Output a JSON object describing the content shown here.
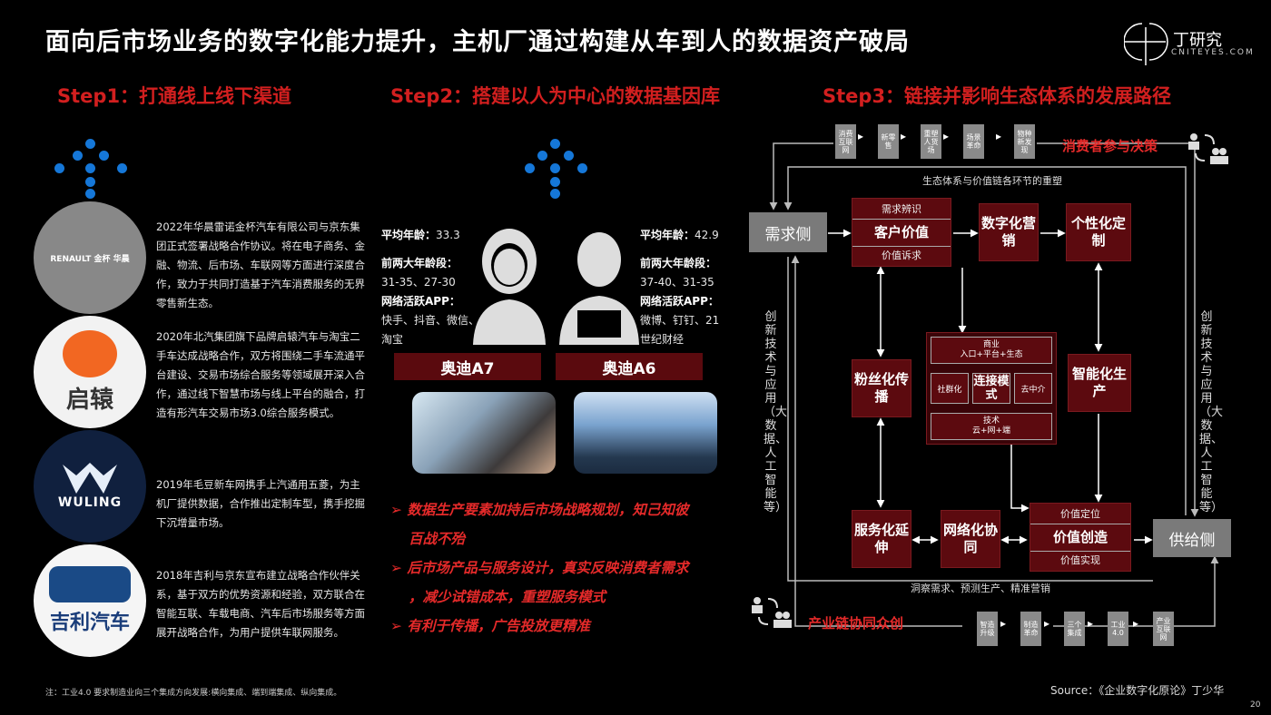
{
  "title": "面向后市场业务的数字化能力提升，主机厂通过构建从车到人的数据资产破局",
  "logo": {
    "text": "丁研究",
    "sub": "CNITEYES.COM"
  },
  "steps": [
    "Step1：打通线上线下渠道",
    "Step2：搭建以人为中心的数据基因库",
    "Step3：链接并影响生态体系的发展路径"
  ],
  "partners": [
    {
      "logo_text": "RENAULT  金杯  华晨",
      "text": "2022年华晨雷诺金杯汽车有限公司与京东集团正式签署战略合作协议。将在电子商务、金融、物流、后市场、车联网等方面进行深度合作，致力于共同打造基于汽车消费服务的无界零售新生态。"
    },
    {
      "logo_text": "启辕",
      "text": "2020年北汽集团旗下品牌启辕汽车与淘宝二手车达成战略合作，双方将围绕二手车流通平台建设、交易市场综合服务等领域展开深入合作，通过线下智慧市场与线上平台的融合，打造有形汽车交易市场3.0综合服务模式。"
    },
    {
      "logo_text": "WULING",
      "text": "2019年毛豆新车网携手上汽通用五菱，为主机厂提供数据，合作推出定制车型，携手挖掘下沉增量市场。"
    },
    {
      "logo_text": "吉利汽车",
      "text": "2018年吉利与京东宣布建立战略合作伙伴关系，基于双方的优势资源和经验，双方联合在智能互联、车载电商、汽车后市场服务等方面展开战略合作，为用户提供车联网服务。"
    }
  ],
  "a7": {
    "age_label": "平均年龄：",
    "age": "33.3",
    "top_label": "前两大年龄段：",
    "top": "31-35、27-30",
    "app_label": "网络活跃APP：",
    "apps": "快手、抖音、微信、淘宝",
    "model": "奥迪A7"
  },
  "a6": {
    "age_label": "平均年龄：",
    "age": "42.9",
    "top_label": "前两大年龄段：",
    "top": "37-40、31-35",
    "app_label": "网络活跃APP：",
    "apps": "微博、钉钉、21世纪财经",
    "model": "奥迪A6"
  },
  "bullets": [
    "➢ 数据生产要素加持后市场战略规划，知己知彼",
    "百战不殆",
    "➢ 后市场产品与服务设计，真实反映消费者需求",
    "，减少试错成本，重塑服务模式",
    "➢ 有利于传播，广告投放更精准"
  ],
  "diagram": {
    "top_chips": [
      "消费互联网",
      "新零售",
      "重塑人货场",
      "场景革命",
      "物种新发现"
    ],
    "consumer_label": "消费者参与决策",
    "eco_label": "生态体系与价值链各环节的重塑",
    "demand": "需求侧",
    "supply": "供给侧",
    "cv_top": "需求辨识",
    "cv_mid": "客户价值",
    "cv_bot": "价值诉求",
    "digital": "数字化营销",
    "custom": "个性化定制",
    "fans": "粉丝化传播",
    "smart": "智能化生产",
    "hub_top1": "商业",
    "hub_top2": "入口+平台+生态",
    "hub_left": "社群化",
    "hub_mid": "连接模式",
    "hub_right": "去中介",
    "hub_bot1": "技术",
    "hub_bot2": "云+网+端",
    "service": "服务化延伸",
    "network": "网络化协同",
    "vc_top": "价值定位",
    "vc_mid": "价值创造",
    "vc_bot": "价值实现",
    "left_v": "创新技术与应用（大数据、人工智能等）",
    "right_v": "创新技术与应用（大数据、人工智能等）",
    "bottom_label": "洞察需求、预测生产、精准营销",
    "industry_label": "产业链协同众创",
    "bottom_chips": [
      "智造升级",
      "制造革命",
      "三个集成",
      "工业4.0",
      "产业互联网"
    ]
  },
  "footnote": "注：工业4.0 要求制造业向三个集成方向发展:横向集成、端到端集成、纵向集成。",
  "source": "Source：《企业数字化原论》丁少华",
  "page": "20"
}
